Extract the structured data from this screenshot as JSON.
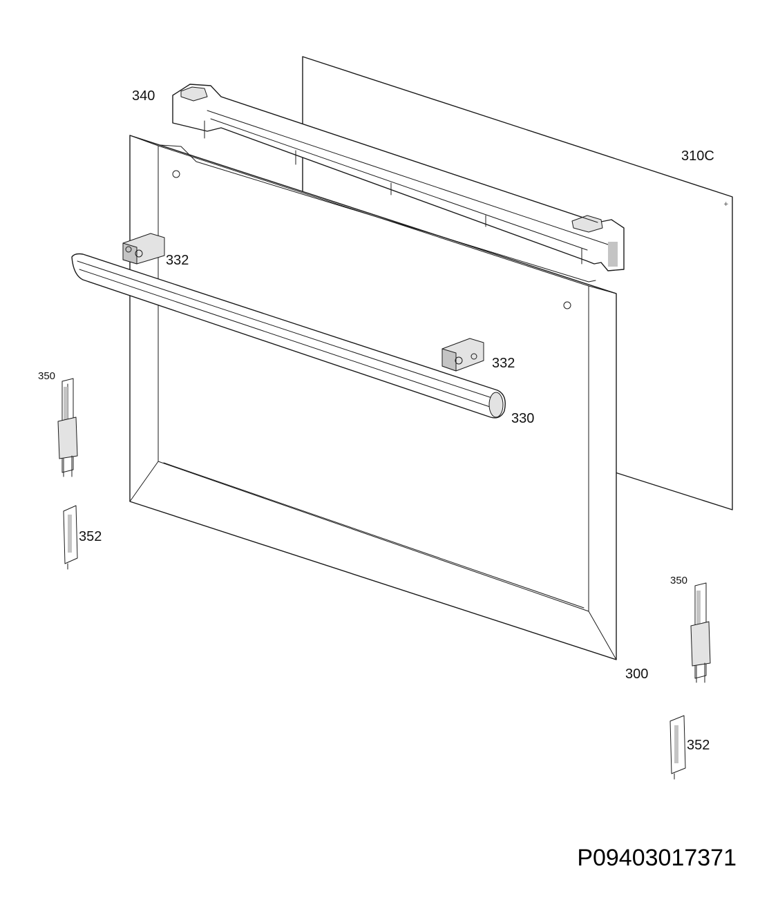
{
  "labels": {
    "glass_panel": "310C",
    "top_profile": "340",
    "bracket_left": "332",
    "bracket_right": "332",
    "handle": "330",
    "hinge_left": "350",
    "hinge_right": "350",
    "hinge_cover_left": "352",
    "hinge_cover_right": "352",
    "door_frame": "300"
  },
  "reference_code": "P09403017371"
}
